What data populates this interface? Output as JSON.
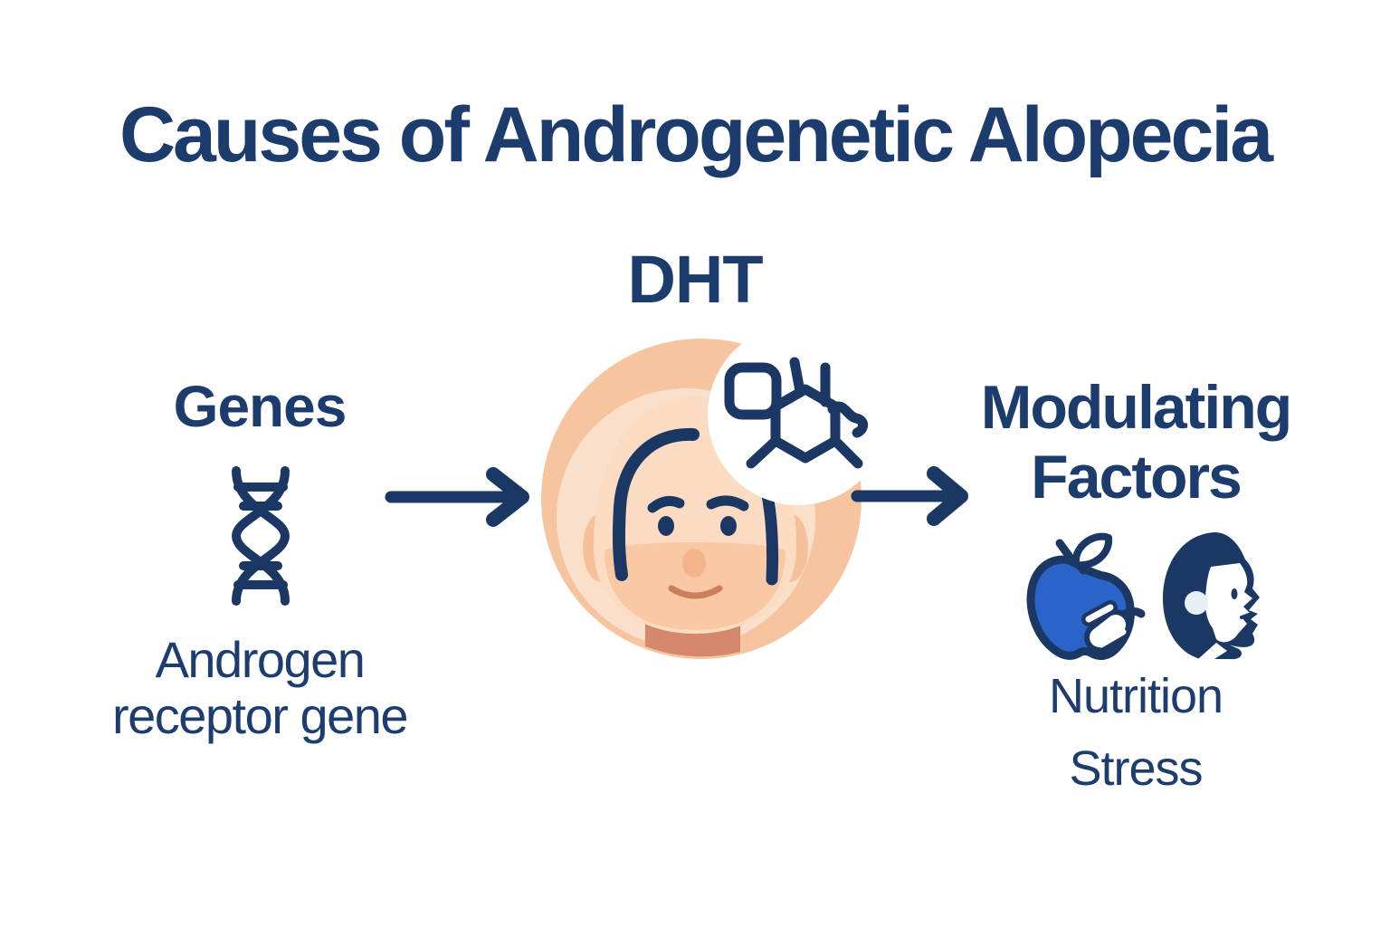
{
  "title": "Causes of Androgenetic Alopecia",
  "center": {
    "label": "DHT",
    "illustration": "balding-man-in-peach-circle",
    "molecule_icon": "dht-molecule-icon"
  },
  "left": {
    "heading": "Genes",
    "icon": "dna-icon",
    "caption_line1": "Androgen",
    "caption_line2": "receptor gene"
  },
  "right": {
    "heading_line1": "Modulating",
    "heading_line2": "Factors",
    "factors": [
      {
        "label": "Nutrition",
        "icon": "apple-icon"
      },
      {
        "label": "Stress",
        "icon": "stressed-head-icon"
      }
    ]
  },
  "colors": {
    "navy": "#1C3C6E",
    "icon_navy": "#1B3764",
    "apple_blue": "#2B64C8",
    "peach_circle": "#F6C5A0",
    "peach_light": "#FAE0CA",
    "skin_light": "#FBDCC2",
    "skin_mid": "#F8C9A4",
    "ear": "#F6C09A",
    "neck": "#D6896A",
    "background": "#FFFFFF"
  }
}
